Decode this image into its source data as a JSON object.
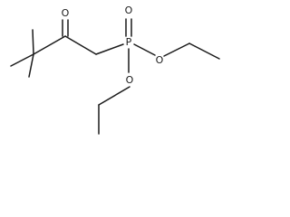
{
  "molecule": {
    "atoms": {
      "carbonyl_oxygen": "O",
      "phosphorus": "P",
      "phosphoryl_oxygen": "O",
      "ester_oxygen_1": "O",
      "ester_oxygen_2": "O"
    }
  }
}
